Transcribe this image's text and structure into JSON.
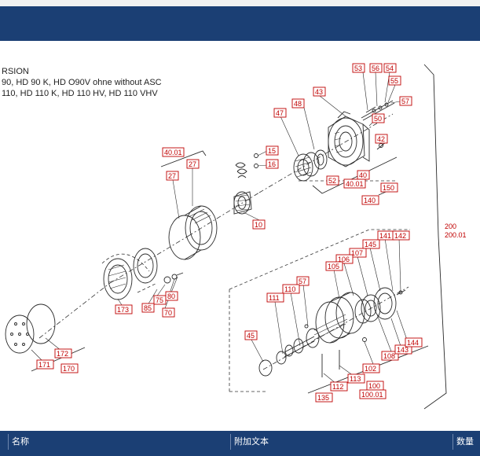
{
  "diagram": {
    "title_lines": [
      "RSION",
      "90, HD 90 K, HD O90V ohne without ASC",
      "110, HD 110 K, HD 110 HV, HD 110 VHV"
    ],
    "callouts": {
      "c53": "53",
      "c56": "56",
      "c54": "54",
      "c55": "55",
      "c57a": "57",
      "c43": "43",
      "c48": "48",
      "c47": "47",
      "c50": "50",
      "c42": "42",
      "c15": "15",
      "c16": "16",
      "c4001a": "40.01",
      "c27a": "27",
      "c27b": "27",
      "c40": "40",
      "c4001b": "40.01",
      "c52": "52",
      "c150": "150",
      "c140": "140",
      "c10": "10",
      "c200": "200",
      "c20001": "200.01",
      "c141": "141",
      "c142": "142",
      "c145": "145",
      "c107": "107",
      "c106": "106",
      "c105": "105",
      "c57b": "57",
      "c110": "110",
      "c111": "111",
      "c173": "173",
      "c75": "75",
      "c80": "80",
      "c85": "85",
      "c70": "70",
      "c45": "45",
      "c108": "108",
      "c143": "143",
      "c144": "144",
      "c172": "172",
      "c171": "171",
      "c170": "170",
      "c102": "102",
      "c113": "113",
      "c112": "112",
      "c100": "100",
      "c10001": "100.01",
      "c135": "135"
    }
  },
  "table": {
    "columns": [
      "",
      "名称",
      "附加文本",
      "数量"
    ]
  }
}
